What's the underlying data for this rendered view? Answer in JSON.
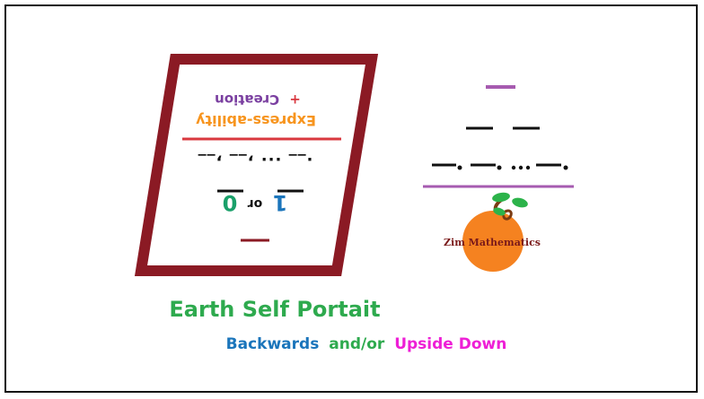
{
  "colors": {
    "frame_maroon": "#8b1a24",
    "divider_red": "#d9383f",
    "accent_purple": "#a65bb0",
    "ink": "#111111",
    "orange_text": "#f7941d",
    "purple_text": "#7a3fa0",
    "teal_digit": "#1aa06a",
    "blue_digit": "#1b75bb",
    "title_green": "#2eaa4e",
    "blue_word": "#1b75bb",
    "magenta_word": "#ee1fd6",
    "orange_fruit": "#f58220",
    "leaf_green": "#2cb34a",
    "stem_brown": "#7a3b12"
  },
  "portrait": {
    "line1_prefix": "+",
    "line1_text": "Creation",
    "line2_text": "Express-ability",
    "sequence_text": ".__ ... ,__ ,__",
    "digit_one": "1",
    "or_text": "or",
    "digit_zero": "0"
  },
  "logo_text": "Zim Mathematics",
  "caption": {
    "title": "Earth Self Portait",
    "word_backwards": "Backwards",
    "word_andor": "and/or",
    "word_upside": "Upside Down"
  },
  "icons": [
    "parallelogram-frame",
    "orange-fruit-icon",
    "leaf-icon",
    "stem-icon"
  ]
}
